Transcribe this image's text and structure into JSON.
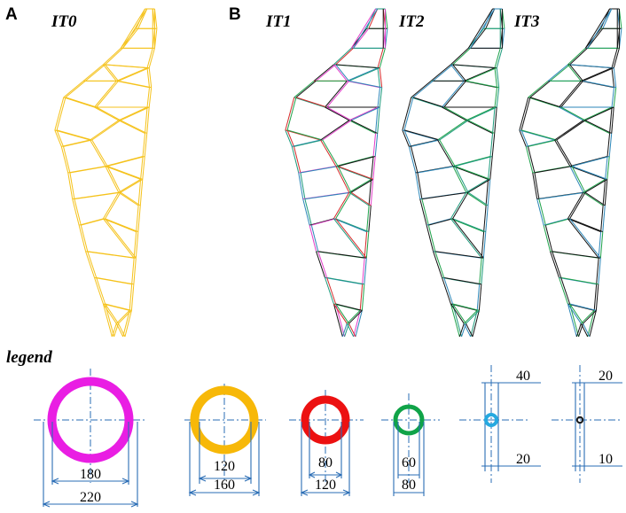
{
  "panels": {
    "a": {
      "letter": "A",
      "title": "IT0"
    },
    "b": {
      "letter": "B",
      "titles": [
        "IT1",
        "IT2",
        "IT3"
      ]
    }
  },
  "legend": {
    "title": "legend",
    "sections": [
      {
        "color": "#e91ee3",
        "inner": "180",
        "outer": "220"
      },
      {
        "color": "#f7b808",
        "inner": "120",
        "outer": "160"
      },
      {
        "color": "#ec1111",
        "inner": "80",
        "outer": "120"
      },
      {
        "color": "#10a348",
        "inner": "60",
        "outer": "80"
      },
      {
        "color": "#26a9e0",
        "outer": "40",
        "inner": "20"
      },
      {
        "color": "#1a1a1a",
        "outer": "20",
        "inner": "10"
      }
    ]
  },
  "colors": {
    "it0": "#f5c21b",
    "blue": "#2b86b8",
    "teal": "#1c9a7c",
    "green": "#1ea24a",
    "red": "#d62a2a",
    "magenta": "#e23cc9",
    "black": "#111111",
    "dim": "#2a6db5"
  }
}
